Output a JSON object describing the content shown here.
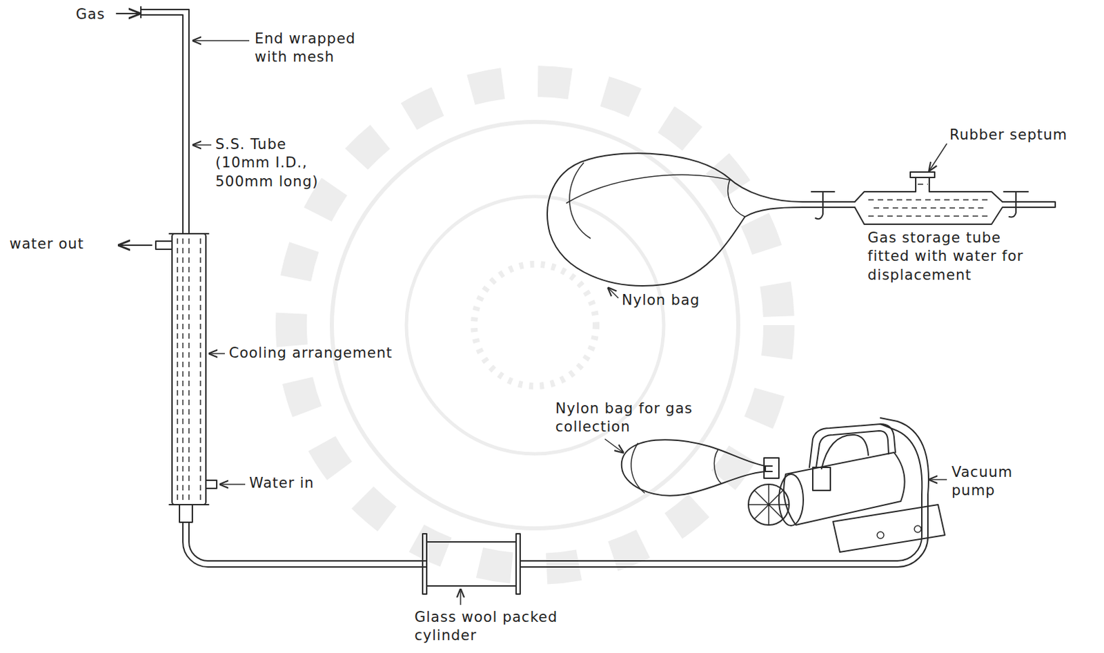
{
  "diagram": {
    "labels": [
      "Gas",
      "End wrapped with mesh",
      "S.S. Tube (10mm I.D., 500mm long)",
      "water out",
      "Cooling arrangement",
      "Water in",
      "Glass wool packed cylinder",
      "Nylon bag for gas collection",
      "Vacuum pump",
      "Nylon bag",
      "Rubber septum",
      "Gas storage tube fitted with water for displacement"
    ]
  }
}
